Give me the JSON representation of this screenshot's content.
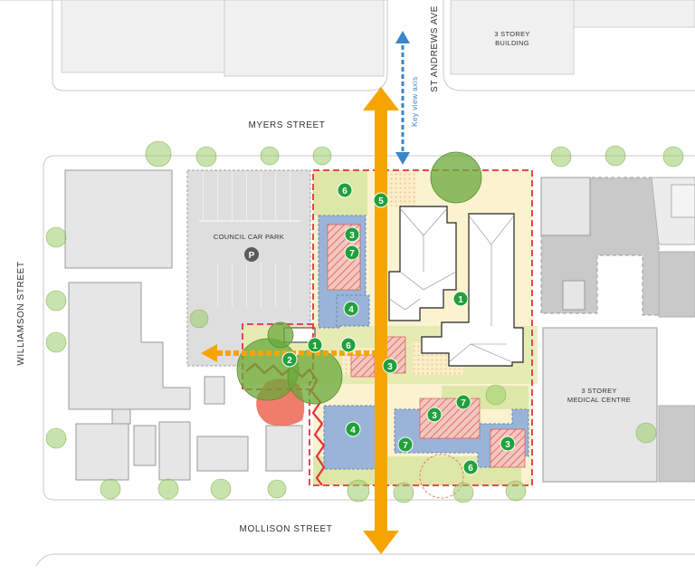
{
  "streets": {
    "north": "MYERS STREET",
    "south": "MOLLISON STREET",
    "west": "WILLIAMSON STREET",
    "east": "ST ANDREWS AVE"
  },
  "labels": {
    "building_ne": [
      "3 STOREY",
      "BUILDING"
    ],
    "building_e": [
      "3 STOREY",
      "MEDICAL CENTRE"
    ],
    "car_park": "COUNCIL CAR PARK",
    "parking_symbol": "P",
    "view_axis": "Key view axis"
  },
  "badges": [
    "1",
    "2",
    "3",
    "4",
    "5",
    "6",
    "7"
  ],
  "colors": {
    "site_boundary": "#e8303a",
    "axis_arrow": "#f6a500",
    "view_axis": "#3a86c8",
    "badge": "#22a03c",
    "tree": "#9ccc6a",
    "blue_zone": "#9ab4d8",
    "landscape": "#fbf2d0",
    "green_zone": "#dde8a8",
    "building_grey": "#d9d9d9",
    "red_building": "#ee6e5c"
  }
}
